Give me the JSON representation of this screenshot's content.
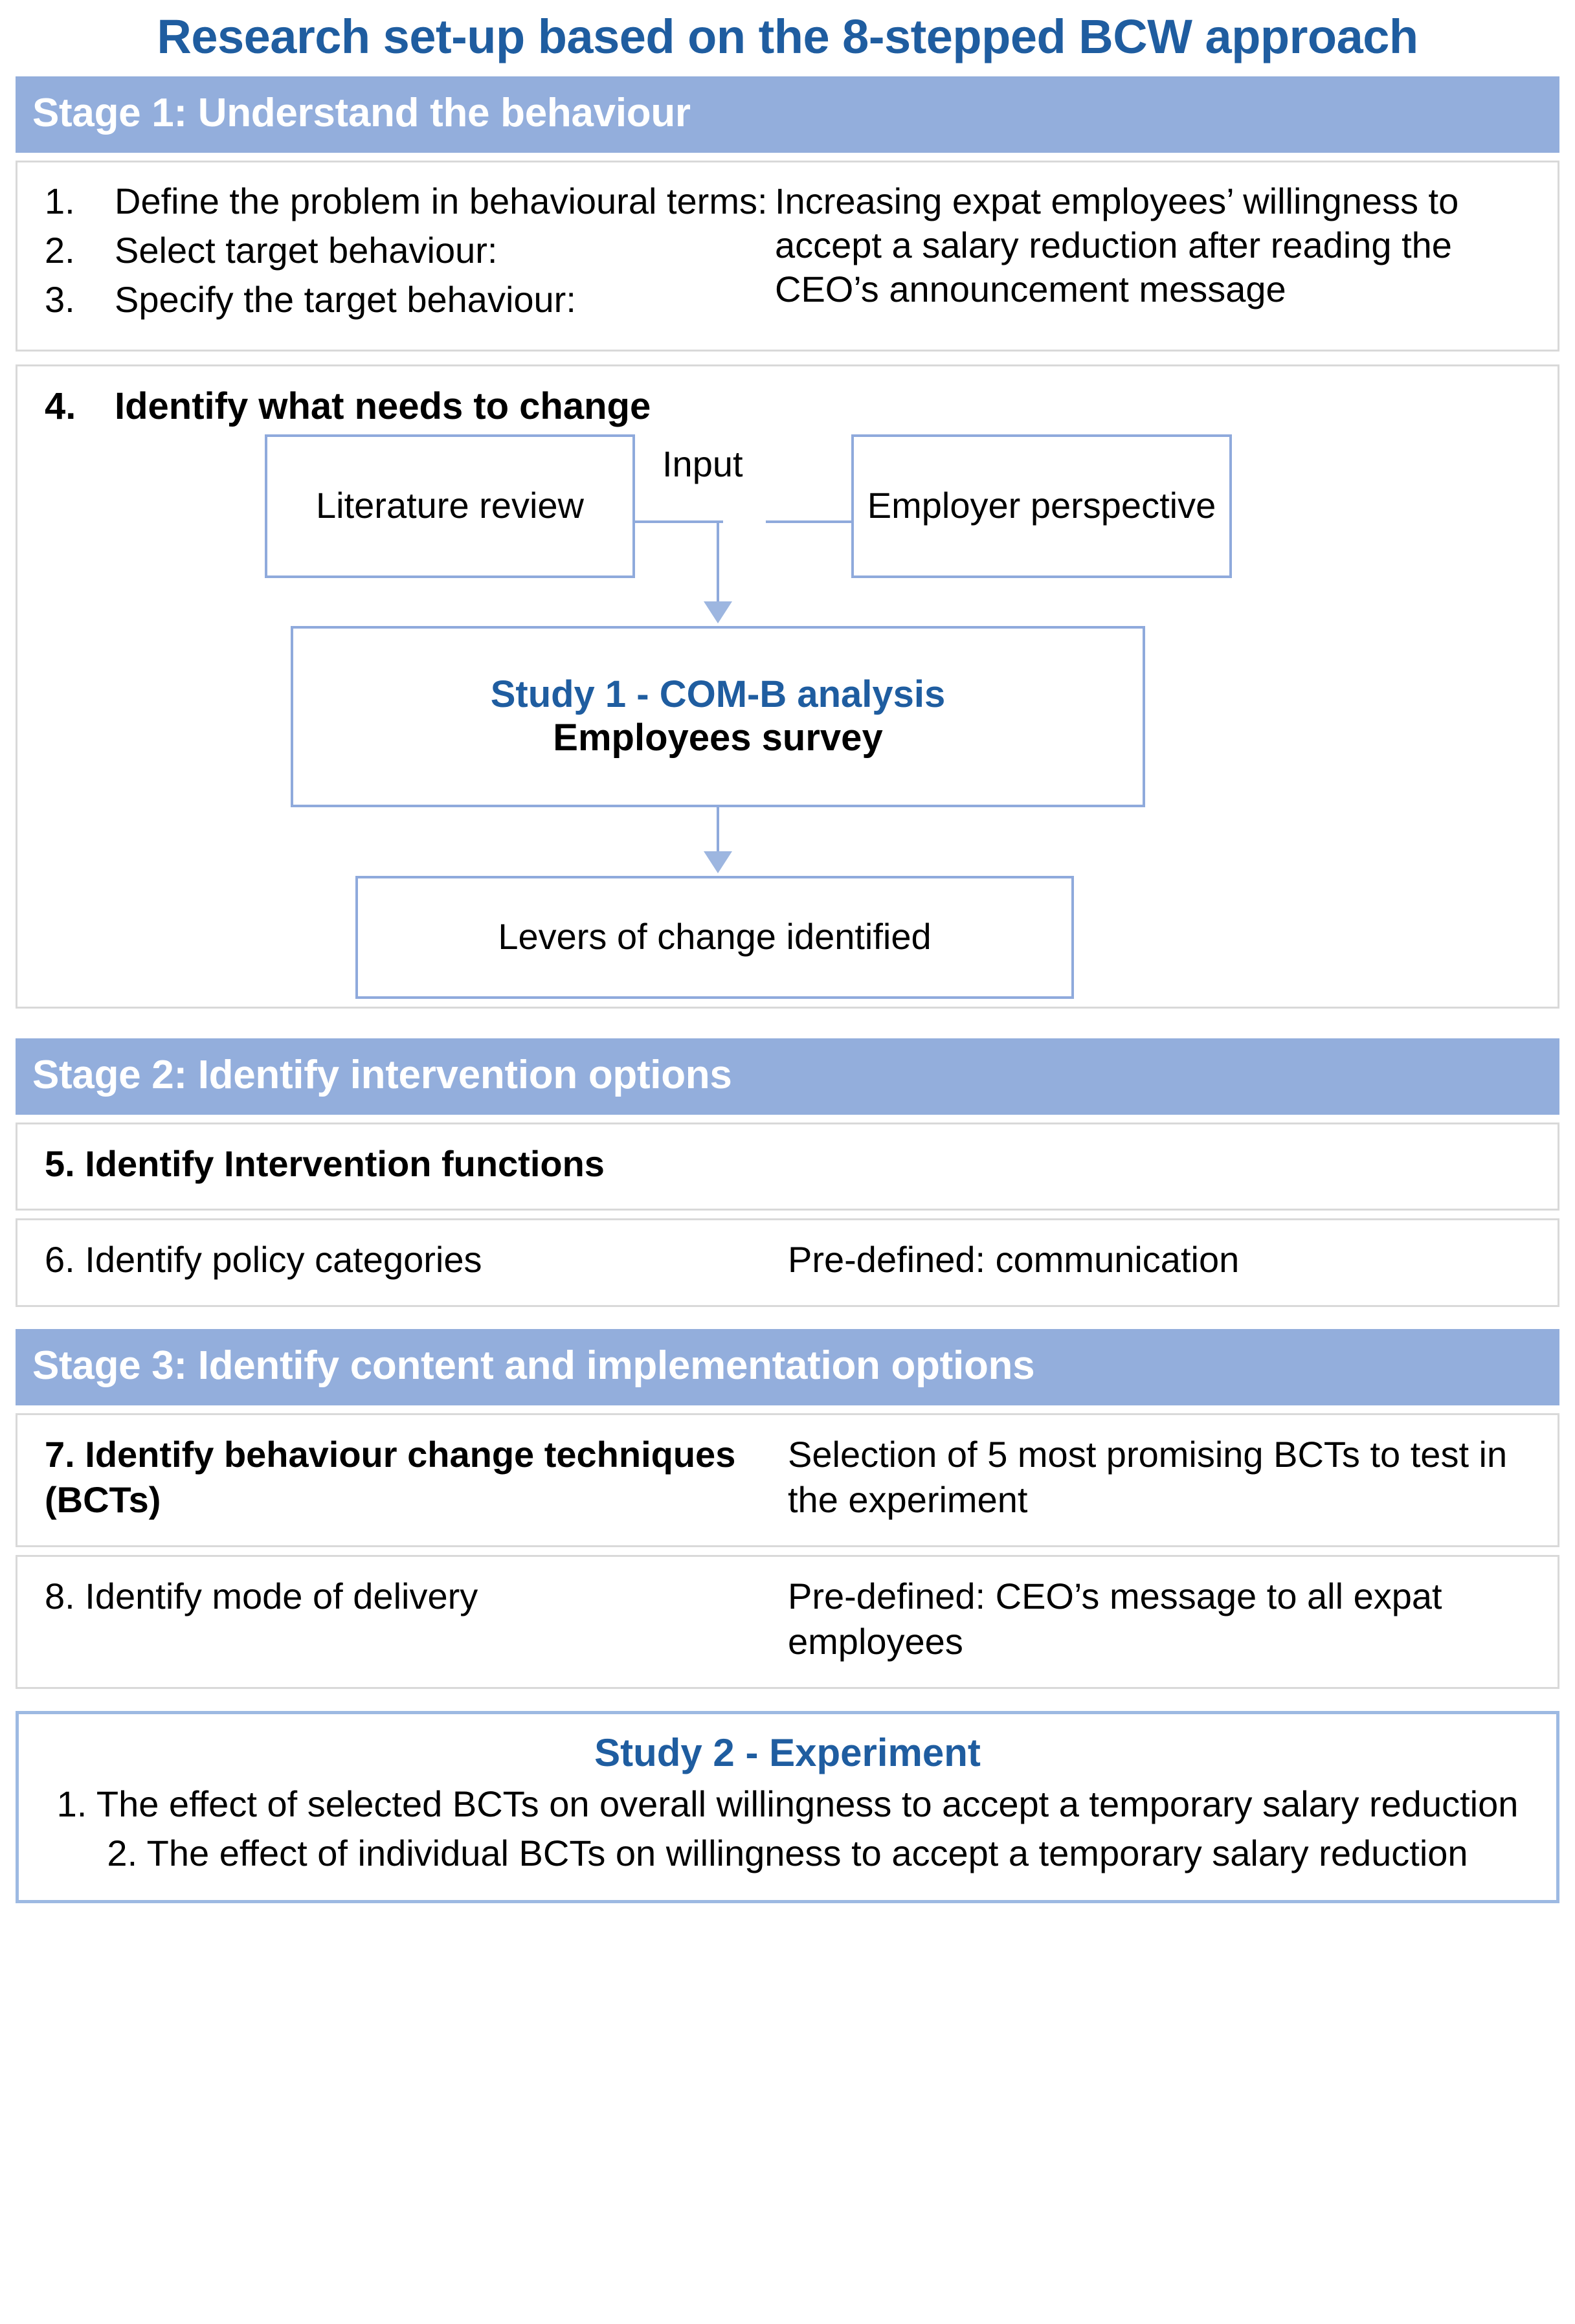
{
  "title": "Research set-up based on the 8-stepped BCW approach",
  "colors": {
    "title_blue": "#1F5DA0",
    "banner_blue": "#93AEDC",
    "box_border_blue": "#8FAADC",
    "panel_border_gray": "#D9D9D9"
  },
  "stage1": {
    "banner": "Stage 1: Understand the behaviour",
    "steps": [
      {
        "num": "1.",
        "text": "Define the problem in behavioural terms:"
      },
      {
        "num": "2.",
        "text": "Select target behaviour:"
      },
      {
        "num": "3.",
        "text": "Specify the target behaviour:"
      }
    ],
    "steps_outcome": "Increasing expat employees’ willingness to accept a salary reduction after reading the CEO’s announcement message",
    "step4": {
      "num": "4.",
      "label": "Identify what needs to change",
      "flow": {
        "literature_review": "Literature review",
        "employer_perspective": "Employer perspective",
        "input_label": "Input",
        "study1_title": "Study 1 - COM-B analysis",
        "study1_subtitle": "Employees survey",
        "levers": "Levers of change identified"
      }
    }
  },
  "stage2": {
    "banner": "Stage 2: Identify intervention options",
    "rows": [
      {
        "left": "5. Identify Intervention functions",
        "right": "",
        "bold": true
      },
      {
        "left": "6. Identify policy categories",
        "right": "Pre-defined: communication",
        "bold": false
      }
    ]
  },
  "stage3": {
    "banner": "Stage 3: Identify content and implementation options",
    "rows": [
      {
        "left": "7. Identify behaviour change techniques (BCTs)",
        "right": "Selection of 5 most promising BCTs to test in the experiment",
        "bold": true
      },
      {
        "left": "8. Identify mode of delivery",
        "right": "Pre-defined: CEO’s message to all expat employees",
        "bold": false
      }
    ]
  },
  "study2": {
    "title": "Study 2 - Experiment",
    "lines": [
      "1. The effect of selected BCTs on overall willingness to accept a temporary salary reduction",
      "2. The effect of individual BCTs on willingness to accept a temporary salary reduction"
    ]
  }
}
